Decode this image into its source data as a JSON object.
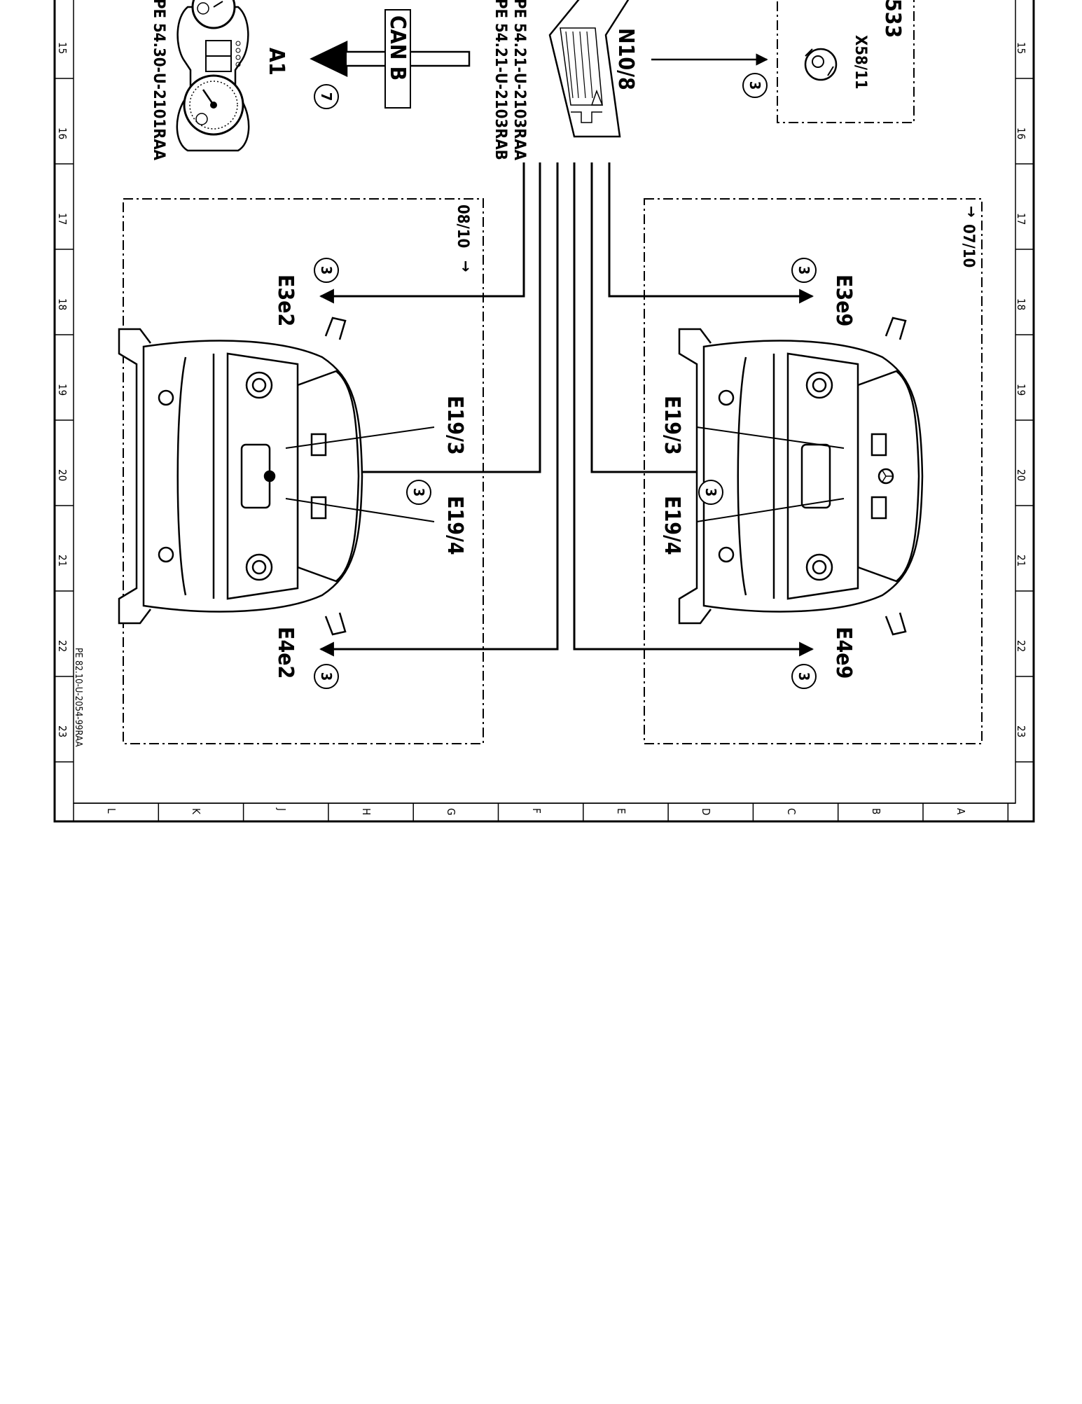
{
  "document_ref": "PE 82.10-U-2054-99RAA",
  "grid": {
    "columns": [
      "15",
      "16",
      "17",
      "18",
      "19",
      "20",
      "21",
      "22",
      "23"
    ],
    "rows": [
      "L",
      "K",
      "J",
      "H",
      "G",
      "F",
      "E",
      "D",
      "C",
      "B",
      "A"
    ]
  },
  "components": {
    "a1": {
      "label": "A1",
      "ref": "PE 54.30-U-2101RAA",
      "circle": "7"
    },
    "can_bus": {
      "label": "CAN B"
    },
    "n10_8": {
      "label": "N10/8",
      "ref_a": "PE 54.21-U-2103RAA",
      "ref_b": "PE 54.21-U-2103RAB",
      "circle": "3"
    },
    "x58_11": {
      "label": "X58/11",
      "partial_code": "533"
    },
    "variant_left": {
      "date": "08/10",
      "arrow": "→"
    },
    "variant_right": {
      "date": "07/10",
      "arrow": "→"
    },
    "e3e2": {
      "label": "E3e2",
      "circle": "3"
    },
    "e4e2": {
      "label": "E4e2",
      "circle": "3"
    },
    "e3e9": {
      "label": "E3e9",
      "circle": "3"
    },
    "e4e9": {
      "label": "E4e9",
      "circle": "3"
    },
    "left_e19_3": {
      "label": "E19/3"
    },
    "left_e19_4": {
      "label": "E19/4",
      "circle": "3"
    },
    "right_e19_3": {
      "label": "E19/3"
    },
    "right_e19_4": {
      "label": "E19/4",
      "circle": "3"
    }
  }
}
